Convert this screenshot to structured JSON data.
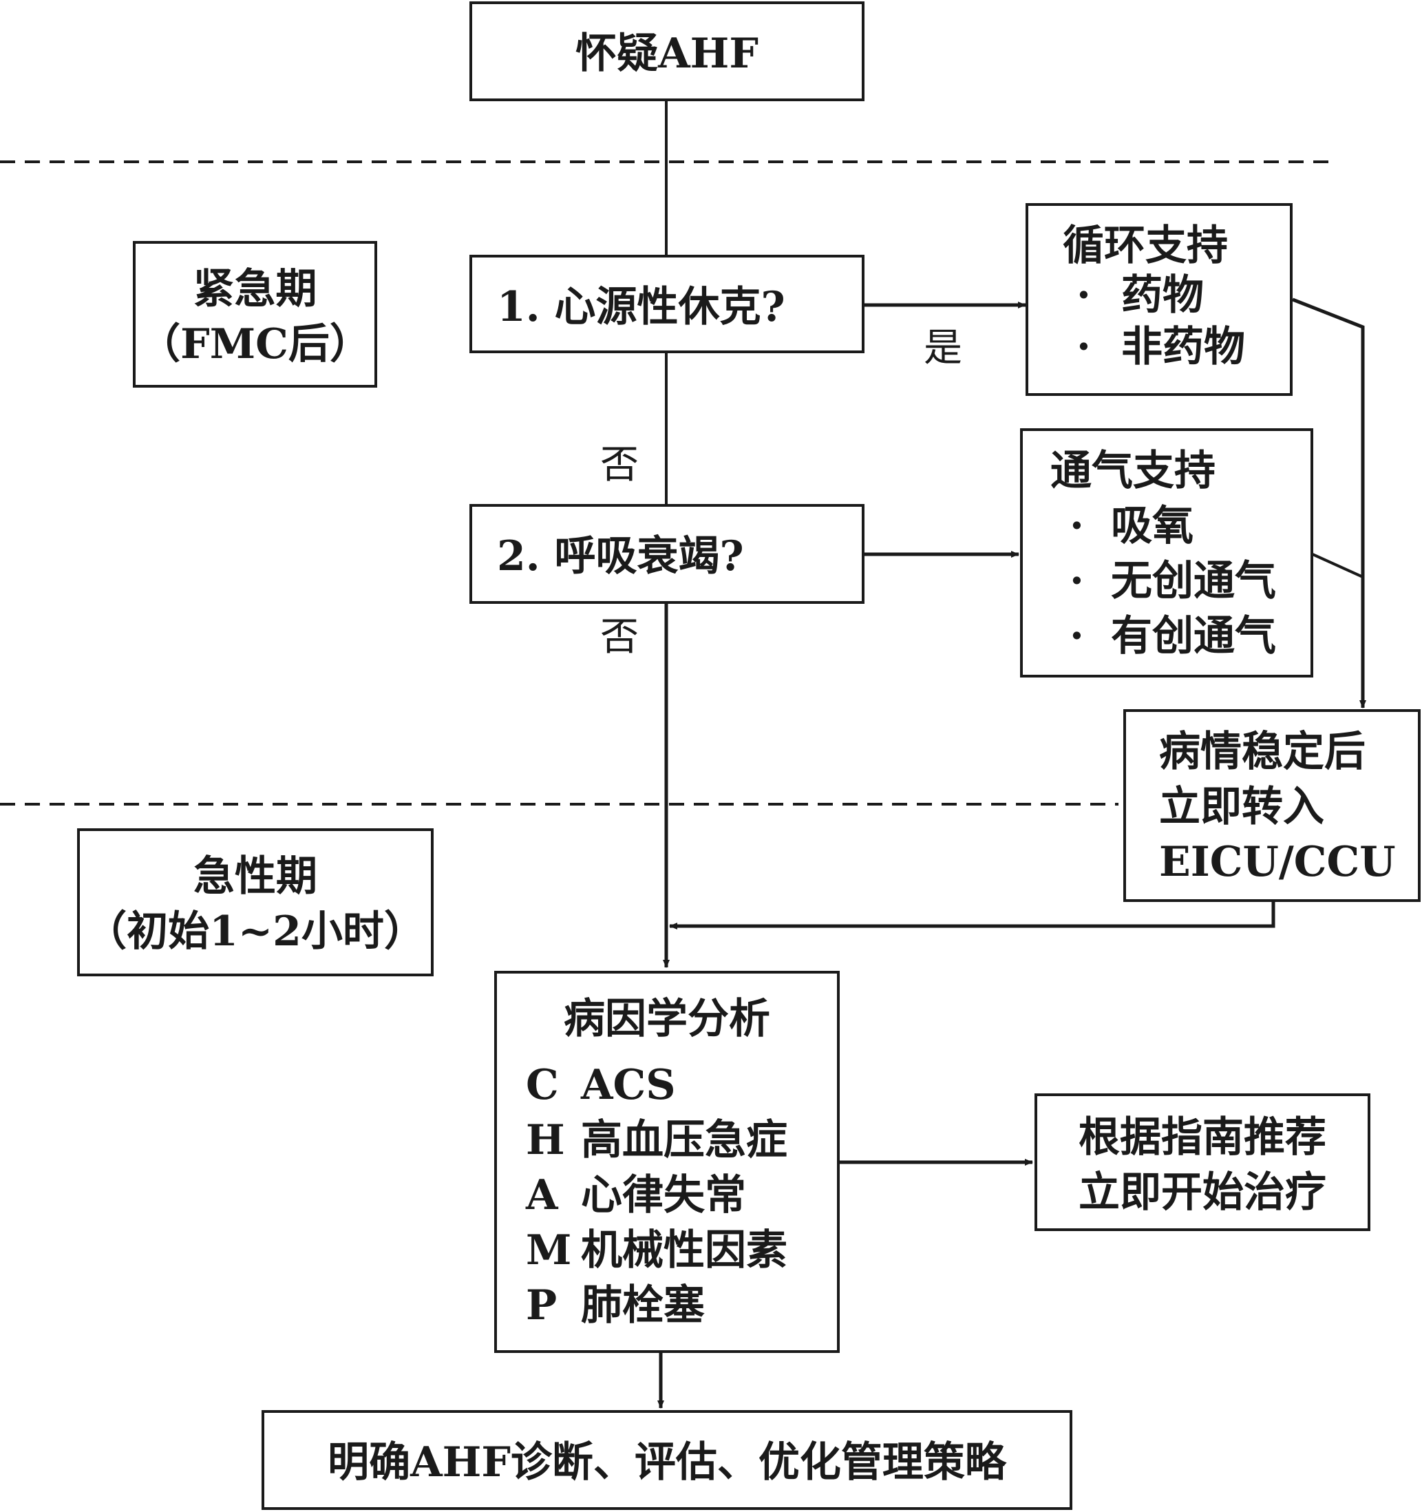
{
  "start": {
    "label": "怀疑AHF"
  },
  "phases": {
    "urgent": {
      "line1": "紧急期",
      "line2": "（FMC后）"
    },
    "acute": {
      "line1": "急性期",
      "line2": "（初始1~2小时）"
    }
  },
  "q1": {
    "label": "1. 心源性休克?"
  },
  "q2": {
    "label": "2. 呼吸衰竭?"
  },
  "edges": {
    "yes": "是",
    "no1": "否",
    "no2": "否"
  },
  "circulation": {
    "title": "循环支持",
    "items": [
      "药物",
      "非药物"
    ]
  },
  "ventilation": {
    "title": "通气支持",
    "items": [
      "吸氧",
      "无创通气",
      "有创通气"
    ]
  },
  "transfer": {
    "lines": [
      "病情稳定后",
      "立即转入",
      "EICU/CCU"
    ]
  },
  "etiology": {
    "title": "病因学分析",
    "items": [
      {
        "code": "C",
        "text": "ACS"
      },
      {
        "code": "H",
        "text": "高血压急症"
      },
      {
        "code": "A",
        "text": "心律失常"
      },
      {
        "code": "M",
        "text": "机械性因素"
      },
      {
        "code": "P",
        "text": "肺栓塞"
      }
    ]
  },
  "guideline": {
    "lines": [
      "根据指南推荐",
      "立即开始治疗"
    ]
  },
  "final": {
    "label": "明确AHF诊断、评估、优化管理策略"
  },
  "bullet": "·"
}
